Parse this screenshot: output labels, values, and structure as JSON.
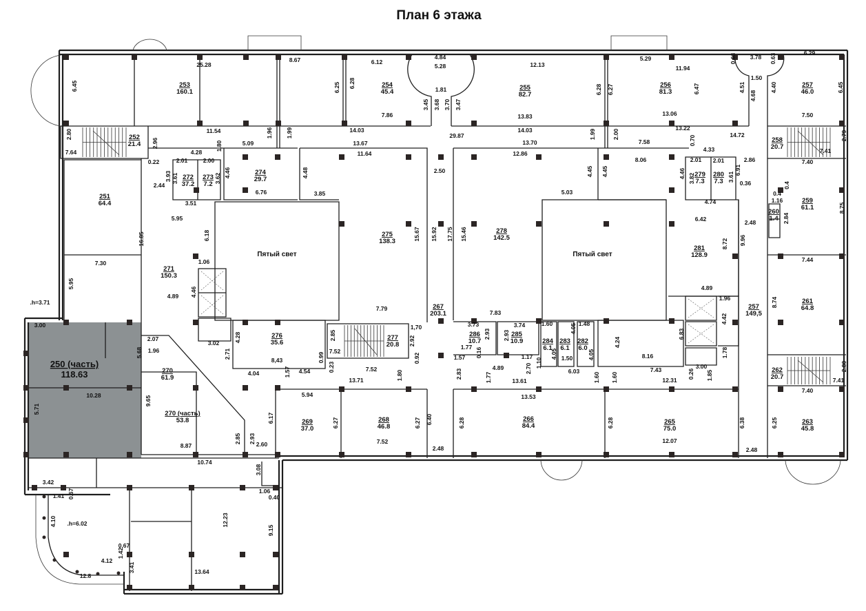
{
  "title": "План 6 этажа",
  "colors": {
    "highlight": "#8c9193",
    "wall": "#1e1e1e",
    "column": "#2b2524"
  },
  "light_well_label": "Пятый свет",
  "heights": [
    ".h=3.71",
    ".h=6.02"
  ],
  "highlighted_room": {
    "number": "250 (часть)",
    "area": "118.63"
  },
  "rooms": [
    {
      "number": "253",
      "area": "160.1"
    },
    {
      "number": "254",
      "area": "45.4"
    },
    {
      "number": "255",
      "area": "82.7"
    },
    {
      "number": "256",
      "area": "81.3"
    },
    {
      "number": "257",
      "area": "46.0"
    },
    {
      "number": "252",
      "area": "21.4"
    },
    {
      "number": "272",
      "area": "37.2"
    },
    {
      "number": "273",
      "area": "7.2"
    },
    {
      "number": "274",
      "area": "29.7"
    },
    {
      "number": "251",
      "area": "64.4"
    },
    {
      "number": "275",
      "area": "138.3"
    },
    {
      "number": "278",
      "area": "142.5"
    },
    {
      "number": "279",
      "area": "7.3"
    },
    {
      "number": "280",
      "area": "7.3"
    },
    {
      "number": "258",
      "area": "20.7"
    },
    {
      "number": "259",
      "area": "61.1"
    },
    {
      "number": "260",
      "area": "1.4"
    },
    {
      "number": "281",
      "area": "128.9"
    },
    {
      "number": "271",
      "area": "150.3"
    },
    {
      "number": "267",
      "area": "203.1"
    },
    {
      "number": "257",
      "area": "149,5"
    },
    {
      "number": "261",
      "area": "64.8"
    },
    {
      "number": "276",
      "area": "35.6"
    },
    {
      "number": "277",
      "area": "20.8"
    },
    {
      "number": "286",
      "area": "10.7"
    },
    {
      "number": "285",
      "area": "10.9"
    },
    {
      "number": "284",
      "area": "6.1"
    },
    {
      "number": "283",
      "area": "6.1"
    },
    {
      "number": "282",
      "area": "6.0"
    },
    {
      "number": "270",
      "area": "61.9"
    },
    {
      "number": "270 (часть)",
      "area": "53.8"
    },
    {
      "number": "269",
      "area": "37.0"
    },
    {
      "number": "268",
      "area": "46.8"
    },
    {
      "number": "266",
      "area": "84.4"
    },
    {
      "number": "265",
      "area": "75.0"
    },
    {
      "number": "263",
      "area": "45.8"
    },
    {
      "number": "262",
      "area": "20.7"
    }
  ],
  "dimensions": [
    "25.28",
    "6.45",
    "8.67",
    "6.25",
    "6.28",
    "6.12",
    "4.84",
    "5.28",
    "12.13",
    "5.29",
    "11.94",
    "0.63",
    "3.78",
    "0.63",
    "6.29",
    "6.45",
    "1.81",
    "3.45",
    "3.68",
    "3.70",
    "3.47",
    "7.86",
    "13.83",
    "14.03",
    "14.03",
    "29.87",
    "6.28",
    "6.27",
    "6.47",
    "4.51",
    "1.50",
    "4.68",
    "4.40",
    "13.06",
    "13.22",
    "14.72",
    "7.50",
    "11.54",
    "1.96",
    "1.99",
    "5.09",
    "13.67",
    "13.70",
    "1.99",
    "2.00",
    "7.58",
    "0.70",
    "4.33",
    "2.86",
    "2.79",
    "7.41",
    "7.40",
    "2.80",
    "7.64",
    "2.96",
    "0.22",
    "4.28",
    "1.80",
    "2.01",
    "2.00",
    "3.93",
    "3.61",
    "3.62",
    "4.46",
    "6.76",
    "2.44",
    "3.51",
    "11.64",
    "4.48",
    "3.85",
    "2.50",
    "12.86",
    "4.45",
    "4.45",
    "8.06",
    "4.46",
    "2.01",
    "2.01",
    "3.82",
    "3.61",
    "6.91",
    "0.36",
    "0.4",
    "0.4",
    "1.16",
    "2.84",
    "4.74",
    "5.03",
    "5.95",
    "6.18",
    "16.85",
    "15.67",
    "15.92",
    "17.75",
    "15.46",
    "6.42",
    "2.48",
    "8.72",
    "9.96",
    "8.75",
    "7.44",
    "7.30",
    "5.95",
    "1.06",
    "4.89",
    "4.46",
    "7.79",
    "7.83",
    "4.89",
    "1.96",
    "4.42",
    "8.74",
    "3.00",
    "3.02",
    "2.07",
    "1.96",
    "5.68",
    "4.28",
    "2.71",
    "8,43",
    "1,70",
    "2.85",
    "7.52",
    "2.92",
    "0.99",
    "0.92",
    "4.04",
    "4.54",
    "1.57",
    "0.23",
    "7.52",
    "1.80",
    "13.71",
    "3.73",
    "3.74",
    "2.93",
    "2.93",
    "1.60",
    "1.48",
    "4.05",
    "1.77",
    "0.16",
    "1.57",
    "4.89",
    "1.17",
    "2.70",
    "1.10",
    "4.05",
    "1.50",
    "4.05",
    "6.03",
    "2.83",
    "1.77",
    "13.61",
    "4.24",
    "6.83",
    "8.16",
    "7.43",
    "0.26",
    "3.00",
    "1.78",
    "1.60",
    "1.60",
    "12.31",
    "1.85",
    "2.80",
    "7.41",
    "7.40",
    "10.28",
    "5.71",
    "9.65",
    "5.94",
    "6.27",
    "6.27",
    "6.40",
    "7.52",
    "2.48",
    "13.53",
    "6.28",
    "6.28",
    "12.07",
    "6.38",
    "6.25",
    "2.48",
    "8.87",
    "2.85",
    "2.93",
    "2.60",
    "6.17",
    "10.74",
    "3.08",
    "3.42",
    "1.41",
    "0.67",
    "1.06",
    "0.40",
    "4.10",
    "12.23",
    "9.15",
    "0.67",
    "1.42",
    "4.12",
    "3.41",
    "12.8",
    "13.64"
  ]
}
